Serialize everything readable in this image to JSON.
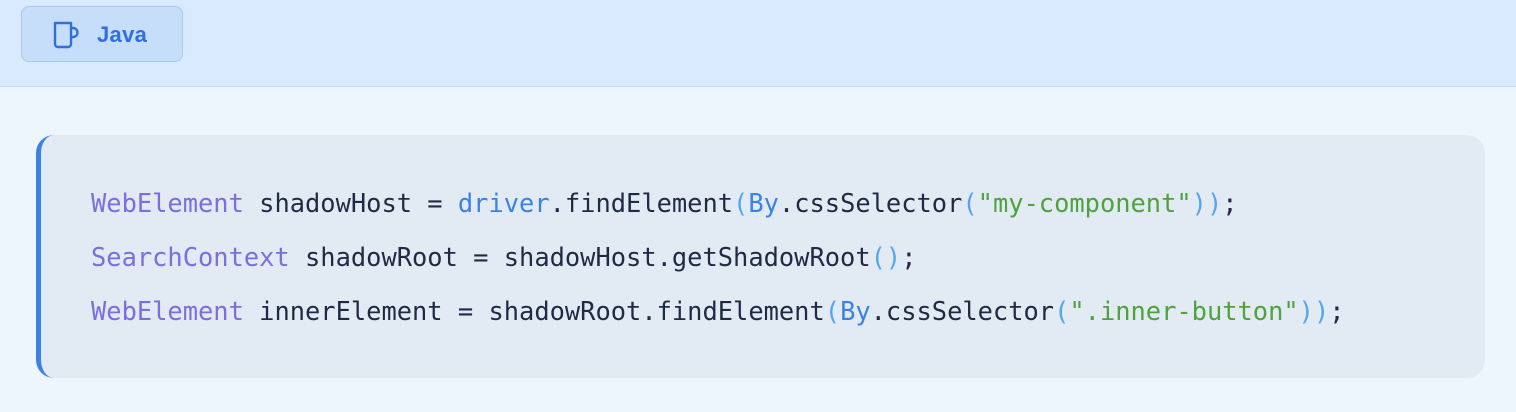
{
  "tab": {
    "icon": "coffee-cup-icon",
    "label": "Java"
  },
  "colors": {
    "accent": "#3b82e8",
    "type": "#7a6fe0",
    "string": "#4ea33b",
    "paren": "#52a6ee",
    "text": "#1f2a44"
  },
  "code": {
    "lines": [
      {
        "tokens": [
          {
            "t": "WebElement",
            "k": "type"
          },
          {
            "t": " shadowHost = ",
            "k": "ident"
          },
          {
            "t": "driver",
            "k": "obj"
          },
          {
            "t": ".findElement",
            "k": "ident"
          },
          {
            "t": "(",
            "k": "paren"
          },
          {
            "t": "By",
            "k": "obj"
          },
          {
            "t": ".cssSelector",
            "k": "ident"
          },
          {
            "t": "(",
            "k": "paren"
          },
          {
            "t": "\"my-component\"",
            "k": "str"
          },
          {
            "t": "))",
            "k": "paren"
          },
          {
            "t": ";",
            "k": "ident"
          }
        ]
      },
      {
        "tokens": [
          {
            "t": "SearchContext",
            "k": "type"
          },
          {
            "t": " shadowRoot = shadowHost.getShadowRoot",
            "k": "ident"
          },
          {
            "t": "()",
            "k": "paren"
          },
          {
            "t": ";",
            "k": "ident"
          }
        ]
      },
      {
        "tokens": [
          {
            "t": "WebElement",
            "k": "type"
          },
          {
            "t": " innerElement = shadowRoot.findElement",
            "k": "ident"
          },
          {
            "t": "(",
            "k": "paren"
          },
          {
            "t": "By",
            "k": "obj"
          },
          {
            "t": ".cssSelector",
            "k": "ident"
          },
          {
            "t": "(",
            "k": "paren"
          },
          {
            "t": "\".inner-button\"",
            "k": "str"
          },
          {
            "t": "))",
            "k": "paren"
          },
          {
            "t": ";",
            "k": "ident"
          }
        ]
      }
    ]
  }
}
